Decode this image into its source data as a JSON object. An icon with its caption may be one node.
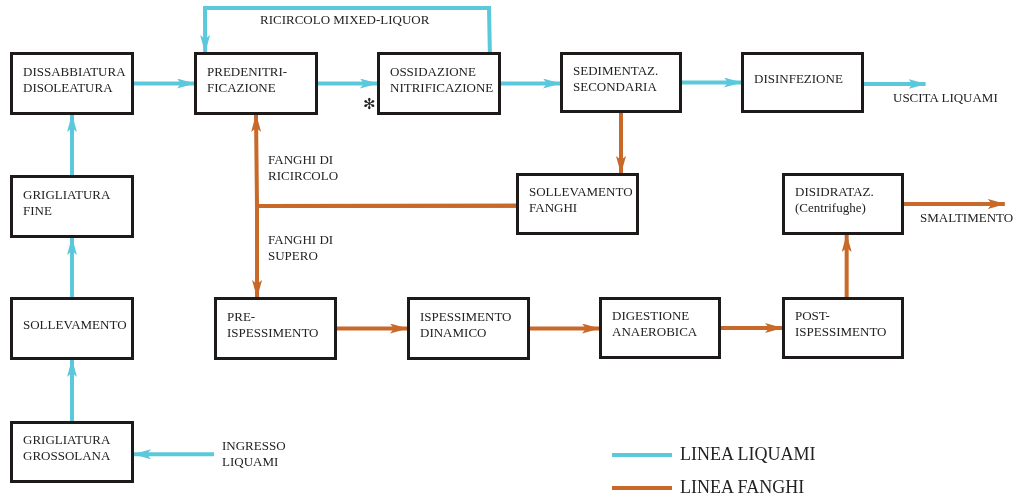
{
  "diagram": {
    "nodes": [
      {
        "text": [
          "DISSABBIATURA DISOLEATURA"
        ]
      },
      {
        "text": [
          "PREDENITRI- FICAZIONE"
        ]
      },
      {
        "text": [
          "OSSIDAZIONE NITRIFICAZIONE"
        ]
      },
      {
        "text": [
          "SEDIMENTAZ. SECONDARIA"
        ]
      },
      {
        "text": [
          "DISINFEZIONE"
        ]
      },
      {
        "text": [
          "USCITA LIQUAMI"
        ]
      },
      {
        "text": [
          "GRIGLIATURA FINE"
        ]
      },
      {
        "text": [
          "SOLLEVAMENTO FANGHI"
        ]
      },
      {
        "text": [
          "DISIDRATAZ. (Centrifughe)"
        ]
      },
      {
        "text": [
          "SMALTIMENTO"
        ]
      },
      {
        "text": [
          "SOLLEVAMENTO"
        ]
      },
      {
        "text": [
          "PRE- ISPESSIMENTO"
        ]
      },
      {
        "text": [
          "ISPESSIMENTO DINAMICO"
        ]
      },
      {
        "text": [
          "DIGESTIONE ANAEROBICA"
        ]
      },
      {
        "text": [
          "POST- ISPESSIMENTO"
        ]
      },
      {
        "text": [
          "GRIGLIATURA GROSSOLANA"
        ]
      },
      {
        "text": [
          "INGRESSO LIQUAMI"
        ]
      }
    ],
    "edges": [
      {
        "from": 16,
        "to": 15,
        "arrow": "to"
      },
      {
        "from": 15,
        "to": 10,
        "arrow": "to"
      },
      {
        "from": 10,
        "to": 6,
        "arrow": "to"
      },
      {
        "from": 6,
        "to": 0,
        "arrow": "to"
      },
      {
        "from": 0,
        "to": 1,
        "arrow": "to"
      },
      {
        "from": 1,
        "to": 2,
        "arrow": "to"
      },
      {
        "from": 2,
        "to": 3,
        "arrow": "to"
      },
      {
        "from": 3,
        "to": 4,
        "arrow": "to"
      },
      {
        "from": 4,
        "to": 5,
        "arrow": "to"
      },
      {
        "from": 2,
        "to": 1,
        "arrow": "to",
        "label": "RICIRCOLO MIXED-LIQUOR"
      },
      {
        "from": 3,
        "to": 7,
        "arrow": "to",
        "color": "#c8692a"
      },
      {
        "from": 7,
        "to": 1,
        "arrow": "to",
        "color": "#c8692a",
        "label": "FANGHI DI RICIRCOLO"
      },
      {
        "from": 7,
        "to": 11,
        "arrow": "to",
        "color": "#c8692a",
        "label": "FANGHI DI SUPERO"
      },
      {
        "from": 11,
        "to": 12,
        "arrow": "to",
        "color": "#c8692a"
      },
      {
        "from": 12,
        "to": 13,
        "arrow": "to",
        "color": "#c8692a"
      },
      {
        "from": 13,
        "to": 14,
        "arrow": "to",
        "color": "#c8692a"
      },
      {
        "from": 14,
        "to": 8,
        "arrow": "to",
        "color": "#c8692a"
      },
      {
        "from": 8,
        "to": 9,
        "arrow": "to",
        "color": "#c8692a"
      }
    ],
    "labels": [
      "✻"
    ],
    "legend": [
      {
        "text": "LINEA LIQUAMI",
        "color": "#5bc8dc"
      },
      {
        "text": "LINEA FANGHI",
        "color": "#c8692a"
      }
    ]
  }
}
